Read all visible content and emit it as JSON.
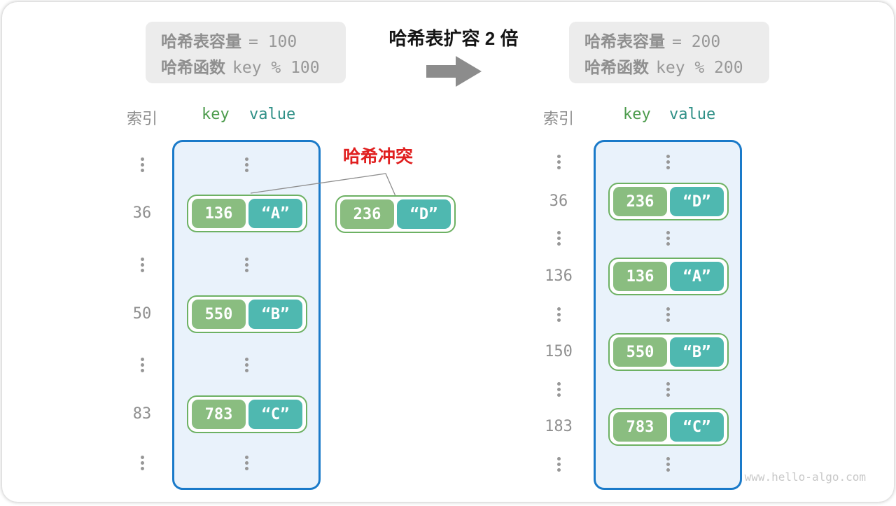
{
  "header": {
    "before_box": {
      "lines": [
        {
          "label": "哈希表容量",
          "value": "= 100"
        },
        {
          "label": "哈希函数",
          "value": "key % 100"
        }
      ]
    },
    "expand_label": "哈希表扩容 2 倍",
    "after_box": {
      "lines": [
        {
          "label": "哈希表容量",
          "value": "= 200"
        },
        {
          "label": "哈希函数",
          "value": "key % 200"
        }
      ]
    }
  },
  "icons": {
    "expand_arrow": "right-arrow"
  },
  "collision": {
    "label": "哈希冲突"
  },
  "floating_pair": {
    "key": "236",
    "value": "“D”"
  },
  "left_table": {
    "index_header": "索引",
    "key_header": "key",
    "value_header": "value",
    "rows": [
      {
        "type": "ellipsis"
      },
      {
        "type": "pair",
        "index": "36",
        "key": "136",
        "value": "“A”"
      },
      {
        "type": "ellipsis"
      },
      {
        "type": "pair",
        "index": "50",
        "key": "550",
        "value": "“B”"
      },
      {
        "type": "ellipsis"
      },
      {
        "type": "pair",
        "index": "83",
        "key": "783",
        "value": "“C”"
      },
      {
        "type": "ellipsis"
      }
    ]
  },
  "right_table": {
    "index_header": "索引",
    "key_header": "key",
    "value_header": "value",
    "rows": [
      {
        "type": "ellipsis"
      },
      {
        "type": "pair",
        "index": "36",
        "key": "236",
        "value": "“D”"
      },
      {
        "type": "ellipsis"
      },
      {
        "type": "pair",
        "index": "136",
        "key": "136",
        "value": "“A”"
      },
      {
        "type": "ellipsis"
      },
      {
        "type": "pair",
        "index": "150",
        "key": "550",
        "value": "“B”"
      },
      {
        "type": "ellipsis"
      },
      {
        "type": "pair",
        "index": "183",
        "key": "783",
        "value": "“C”"
      },
      {
        "type": "ellipsis"
      }
    ]
  },
  "colors": {
    "key_green": "#8abd80",
    "value_teal": "#4fb8b0",
    "pair_border": "#6db163",
    "table_fill": "#e9f2fb",
    "table_border": "#1a7ac9",
    "collision_red": "#e01f1f",
    "muted_gray": "#8f8f8f",
    "arrow_gray": "#8c8c8c",
    "info_box_bg": "#ececec"
  },
  "watermark": "www.hello-algo.com"
}
